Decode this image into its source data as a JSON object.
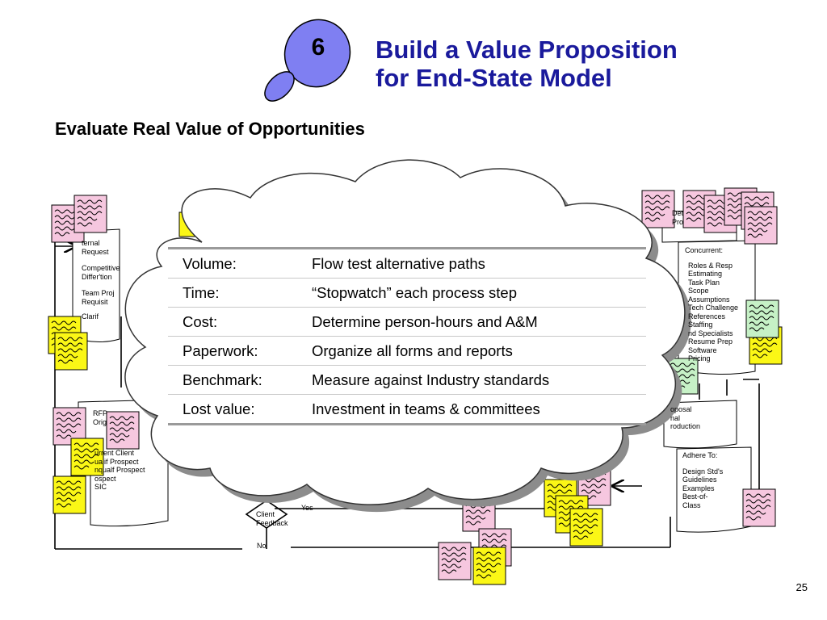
{
  "header": {
    "step_number": "6",
    "title_line1": "Build a Value Proposition",
    "title_line2": "for End-State Model",
    "subtitle": "Evaluate Real Value of Opportunities"
  },
  "value_table": {
    "rows": [
      {
        "label": "Volume:",
        "value": "Flow test alternative paths"
      },
      {
        "label": "Time:",
        "value": "“Stopwatch” each process step"
      },
      {
        "label": "Cost:",
        "value": "Determine person-hours and A&M"
      },
      {
        "label": "Paperwork:",
        "value": "Organize all forms and reports"
      },
      {
        "label": "Benchmark:",
        "value": "Measure against Industry standards"
      },
      {
        "label": "Lost value:",
        "value": "Investment in teams & committees"
      }
    ]
  },
  "diagram": {
    "left_top_doc": [
      "ternal",
      "Request",
      "Competitive",
      "Differ'tion",
      "Team Proj",
      "Requisit",
      "Clarif"
    ],
    "left_bottom_doc": [
      "RFP",
      "Orig",
      "urrent Client",
      "ualif Prospect",
      "nqualf Prospect",
      "ospect",
      "SIC"
    ],
    "right_top_doc": {
      "heading": "Concurrent:",
      "items": [
        "Roles & Resp",
        "Estimating",
        "Task Plan",
        "Scope",
        "Assumptions",
        "Tech Challenge",
        "References",
        "Staffing",
        "nd Specialists",
        "Resume Prep",
        "Software",
        "Pricing"
      ]
    },
    "right_top_labels": [
      "Det",
      "Pro"
    ],
    "right_mid_doc": [
      "oposal",
      "nal",
      "roduction"
    ],
    "right_bottom_doc": {
      "heading": "Adhere To:",
      "items": [
        "Design Std's",
        "Guidelines",
        "Examples",
        "Best-of-",
        "Class"
      ]
    },
    "decision": {
      "label_line1": "Client",
      "label_line2": "Feedback",
      "yes": "Yes",
      "no": "No"
    }
  },
  "footer": {
    "page_number": "25"
  }
}
